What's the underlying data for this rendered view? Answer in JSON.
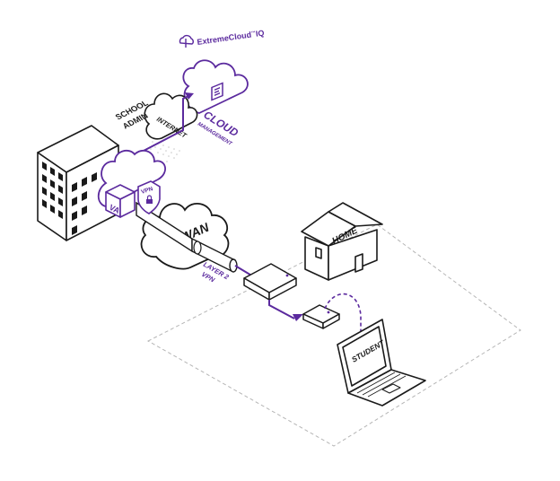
{
  "brand": {
    "name": "ExtremeCloud",
    "tm": "™",
    "suffix": "IQ"
  },
  "labels": {
    "internet": "INTERNET",
    "cloud": "CLOUD",
    "management": "MANAGEMENT",
    "school_line1": "SCHOOL",
    "school_line2": "ADMIN",
    "va": "VA",
    "vpn": "VPN",
    "wan": "WAN",
    "layer2_line1": "LAYER 2",
    "layer2_line2": "VPN",
    "home": "HOME",
    "student": "STUDENT"
  },
  "colors": {
    "accent": "#5b2a9e",
    "line": "#1a1a1a",
    "fill": "#ffffff",
    "dash": "#b5b5b5"
  }
}
